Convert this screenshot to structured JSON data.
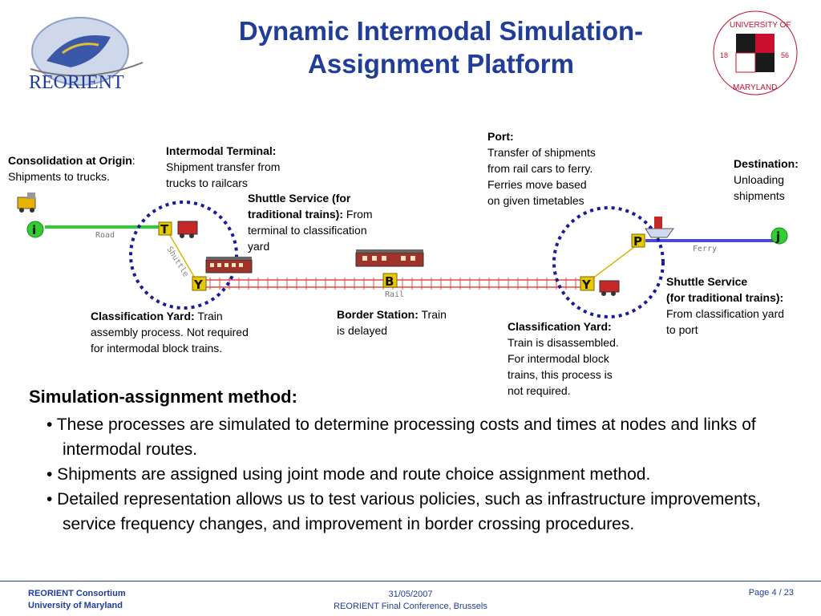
{
  "header": {
    "title_line1": "Dynamic Intermodal Simulation-",
    "title_line2": "Assignment Platform",
    "logo_left_text": "REORIENT",
    "logo_right_text_top": "UNIVERSITY OF",
    "logo_right_text_bottom": "MARYLAND",
    "logo_right_year_left": "18",
    "logo_right_year_right": "56"
  },
  "diagram": {
    "nodes": {
      "origin": "i",
      "terminal": "T",
      "yard_left": "Y",
      "border": "B",
      "yard_right": "Y",
      "port": "P",
      "destination": "j"
    },
    "links": {
      "road": "Road",
      "shuttle": "Shuttle",
      "rail": "Rail",
      "ferry": "Ferry"
    },
    "labels": {
      "consolidation_title": "Consolidation at Origin",
      "consolidation_colon": ":",
      "consolidation_text": "Shipments to trucks.",
      "terminal_title": "Intermodal Terminal:",
      "terminal_l1": "Shipment transfer from",
      "terminal_l2": "trucks to railcars",
      "shuttle_title_l1": "Shuttle Service (for",
      "shuttle_title_l2": "traditional trains):",
      "shuttle_text_l2": " From",
      "shuttle_l3": "terminal to classification",
      "shuttle_l4": "yard",
      "port_title": "Port:",
      "port_l1": "Transfer of shipments",
      "port_l2": "from rail cars to ferry.",
      "port_l3": "Ferries move based",
      "port_l4": "on given timetables",
      "dest_title": "Destination:",
      "dest_l1": "Unloading",
      "dest_l2": "shipments",
      "shuttle2_title_l1": "Shuttle Service",
      "shuttle2_title_l2": "(for traditional trains):",
      "shuttle2_l3": "From classification yard",
      "shuttle2_l4": "to port",
      "yard1_title": "Classification Yard:",
      "yard1_text_l1": " Train",
      "yard1_l2": "assembly process. Not required",
      "yard1_l3": "for intermodal block trains.",
      "border_title": "Border Station:",
      "border_text_l1": " Train",
      "border_l2": "is delayed",
      "yard2_title": "Classification Yard:",
      "yard2_l1": "Train is disassembled.",
      "yard2_l2": "For intermodal block",
      "yard2_l3": "trains, this process is",
      "yard2_l4": "not required."
    },
    "colors": {
      "road": "#33cc33",
      "ferry": "#4a4ad0",
      "rail": "#e24a4a",
      "circle": "#1a1a9a",
      "node_fill": "#e8c800"
    }
  },
  "method": {
    "heading": "Simulation-assignment method:",
    "bullets": [
      "• These processes are simulated to determine processing costs and times at nodes and links of intermodal routes.",
      "• Shipments are assigned using joint mode and route choice assignment method.",
      "• Detailed representation allows us to test various policies, such as infrastructure improvements, service frequency changes, and improvement in border crossing procedures."
    ]
  },
  "footer": {
    "org_line1": "REORIENT Consortium",
    "org_line2": "University of Maryland",
    "date": "31/05/2007",
    "event": "REORIENT Final Conference, Brussels",
    "page": "Page 4 /  23"
  }
}
